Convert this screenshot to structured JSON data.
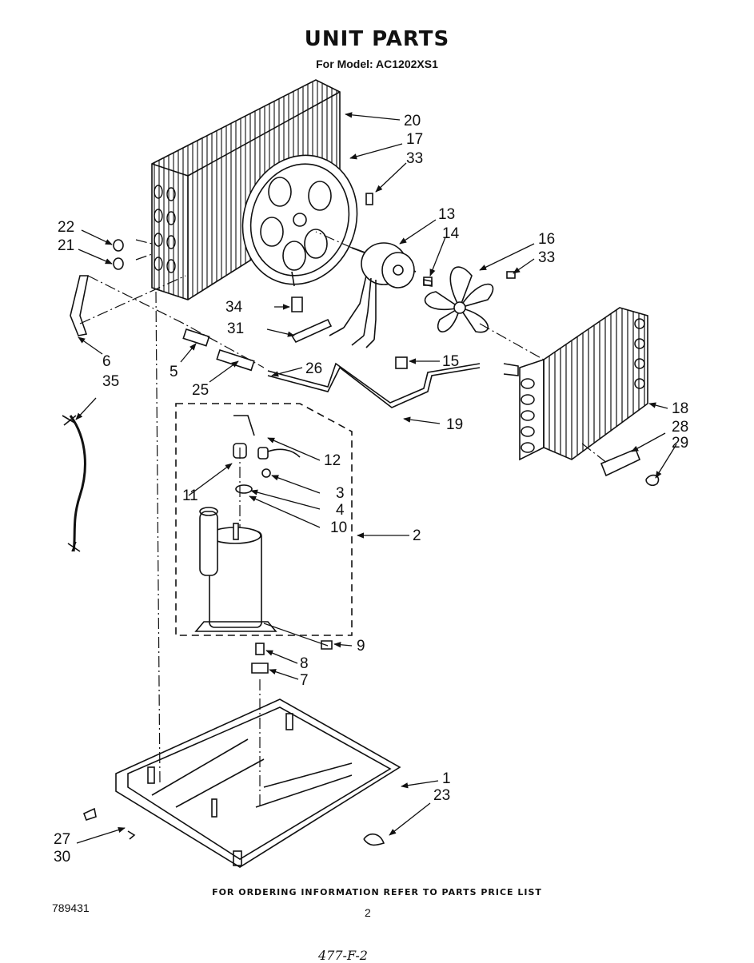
{
  "header": {
    "title": "UNIT PARTS",
    "subtitle": "For Model: AC1202XS1"
  },
  "callouts": {
    "c1": "1",
    "c2": "2",
    "c3": "3",
    "c4": "4",
    "c5": "5",
    "c6": "6",
    "c7": "7",
    "c8": "8",
    "c9": "9",
    "c10": "10",
    "c11": "11",
    "c12": "12",
    "c13": "13",
    "c14": "14",
    "c15": "15",
    "c16": "16",
    "c17": "17",
    "c18": "18",
    "c19": "19",
    "c20": "20",
    "c21": "21",
    "c22": "22",
    "c23": "23",
    "c25": "25",
    "c26": "26",
    "c27": "27",
    "c28": "28",
    "c29": "29",
    "c30": "30",
    "c31": "31",
    "c33a": "33",
    "c33b": "33",
    "c34": "34",
    "c35": "35"
  },
  "footer": {
    "ordering_note": "FOR ORDERING INFORMATION REFER TO PARTS PRICE LIST",
    "doc_number": "789431",
    "page_number": "2",
    "handwritten_note": "477-F-2"
  }
}
